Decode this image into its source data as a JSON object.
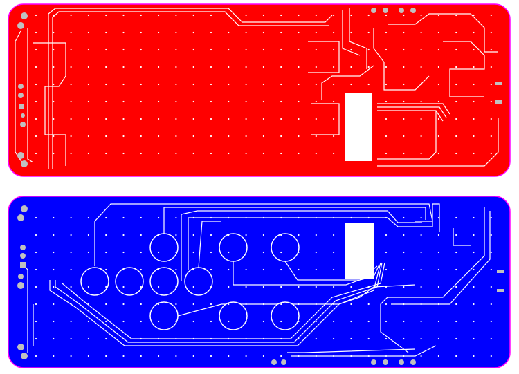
{
  "colors": {
    "background": "#ffffff",
    "top_layer": "#ff0000",
    "bottom_layer": "#0000ff",
    "board_outline": "#ff00ff",
    "traces_and_clearance": "#ffffff",
    "pads": "#c0c0c0"
  },
  "layers": [
    {
      "name": "top-copper",
      "color_key": "top_layer"
    },
    {
      "name": "bottom-copper",
      "color_key": "bottom_layer"
    }
  ]
}
